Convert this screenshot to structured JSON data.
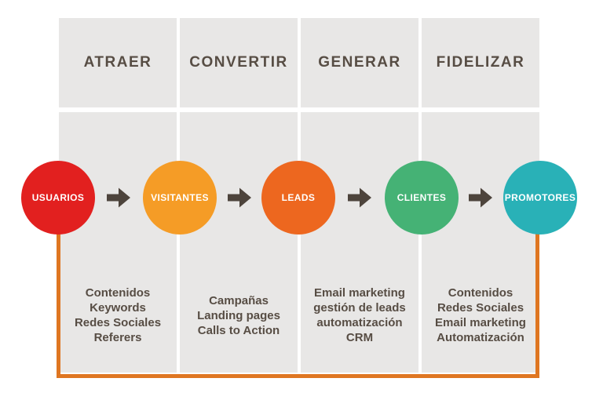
{
  "columns": [
    {
      "header": "ATRAER",
      "tactics": [
        "Contenidos",
        "Keywords",
        "Redes Sociales",
        "Referers"
      ]
    },
    {
      "header": "CONVERTIR",
      "tactics": [
        "Campañas",
        "Landing pages",
        "Calls to Action"
      ]
    },
    {
      "header": "GENERAR",
      "tactics": [
        "Email marketing",
        "gestión de leads",
        "automatización",
        "CRM"
      ]
    },
    {
      "header": "FIDELIZAR",
      "tactics": [
        "Contenidos",
        "Redes Sociales",
        "Email marketing",
        "Automatización"
      ]
    }
  ],
  "circles": [
    {
      "label": "USUARIOS",
      "color": "#e2201f"
    },
    {
      "label": "VISITANTES",
      "color": "#f59c26"
    },
    {
      "label": "LEADS",
      "color": "#ed671f"
    },
    {
      "label": "CLIENTES",
      "color": "#45b275"
    },
    {
      "label": "PROMOTORES",
      "color": "#29b1b7"
    }
  ],
  "colors": {
    "panel": "#e8e7e6",
    "text": "#574d44",
    "arrow": "#4d443c",
    "feedback_loop": "#df7621"
  }
}
